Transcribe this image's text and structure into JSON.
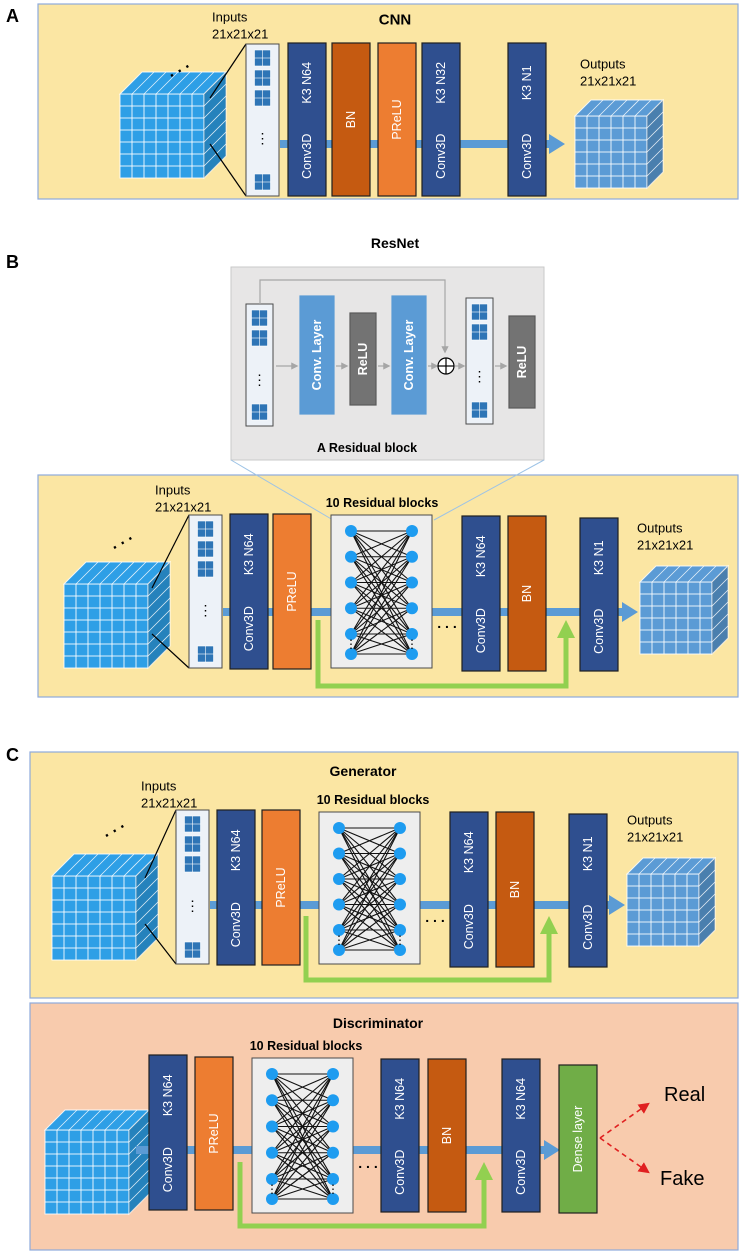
{
  "panels": {
    "a": {
      "letter": "A",
      "title": "CNN"
    },
    "b": {
      "letter": "B",
      "title": "ResNet"
    },
    "c": {
      "letter": "C",
      "generator_title": "Generator",
      "discriminator_title": "Discriminator"
    }
  },
  "io": {
    "inputs_line1": "Inputs",
    "inputs_line2": "21x21x21",
    "outputs_line1": "Outputs",
    "outputs_line2": "21x21x21"
  },
  "layers": {
    "conv_k3n64_top": "K3 N64",
    "conv_k3n32_top": "K3 N32",
    "conv_k3n1_top": "K3 N1",
    "conv_bottom": "Conv3D",
    "bn": "BN",
    "prelu": "PReLU",
    "relu": "ReLU",
    "conv_layer": "Conv. Layer",
    "dense": "Dense  layer"
  },
  "residual": {
    "block_caption": "A Residual block",
    "blocks_caption": "10 Residual blocks"
  },
  "outputs_disc": {
    "real": "Real",
    "fake": "Fake"
  },
  "colors": {
    "yellow_panel": "#fbe6a3",
    "salmon_panel": "#f8cbad",
    "panel_border": "#8eaadb",
    "conv_blue": "#2f4f8f",
    "bn_orange": "#c55a11",
    "prelu_orange": "#ed7d31",
    "dense_green": "#70ad47",
    "cube_blue": "#2e9fe6",
    "out_cube_blue": "#5b9bd5",
    "arrow_blue": "#5b9bd5",
    "skip_green": "#92d050",
    "relu_gray": "#737373",
    "resblock_bg": "#e7e6e6",
    "red_arrow": "#e02020"
  }
}
